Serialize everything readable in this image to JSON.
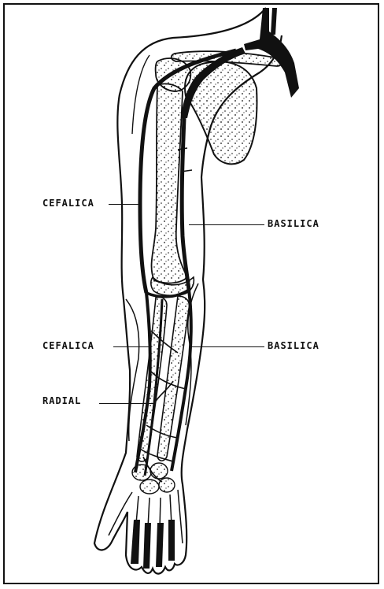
{
  "labels": {
    "cefalica_upper": "CEFALICA",
    "basilica_upper": "BASILICA",
    "cefalica_lower": "CEFALICA",
    "basilica_lower": "BASILICA",
    "radial": "RADIAL"
  },
  "colors": {
    "ink": "#111111",
    "paper": "#ffffff"
  }
}
